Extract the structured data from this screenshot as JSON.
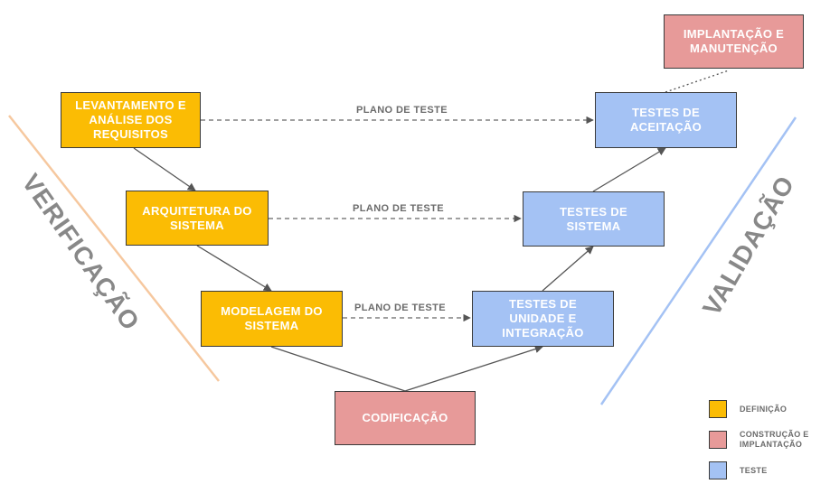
{
  "colors": {
    "definicao": "#fbbc04",
    "construcao": "#e79a99",
    "teste": "#a4c2f4",
    "verificacao_line": "#f6c89f",
    "validacao_line": "#a4c2f4"
  },
  "boxes": {
    "levantamento": "LEVANTAMENTO E\nANÁLISE DOS\nREQUISITOS",
    "arquitetura": "ARQUITETURA DO\nSISTEMA",
    "modelagem": "MODELAGEM DO\nSISTEMA",
    "codificacao": "CODIFICAÇÃO",
    "testes_unidade": "TESTES DE\nUNIDADE E\nINTEGRAÇÃO",
    "testes_sistema": "TESTES DE\nSISTEMA",
    "testes_aceitacao": "TESTES DE\nACEITAÇÃO",
    "implantacao": "IMPLANTAÇÃO E\nMANUTENÇÃO"
  },
  "plan_labels": {
    "top": "PLANO DE TESTE",
    "middle": "PLANO DE TESTE",
    "bottom": "PLANO DE TESTE"
  },
  "side_labels": {
    "left": "VERIFICAÇÃO",
    "right": "VALIDAÇÃO"
  },
  "legend": {
    "definicao": "DEFINIÇÃO",
    "construcao": "CONSTRUÇÃO E\nIMPLANTAÇÃO",
    "teste": "TESTE"
  }
}
